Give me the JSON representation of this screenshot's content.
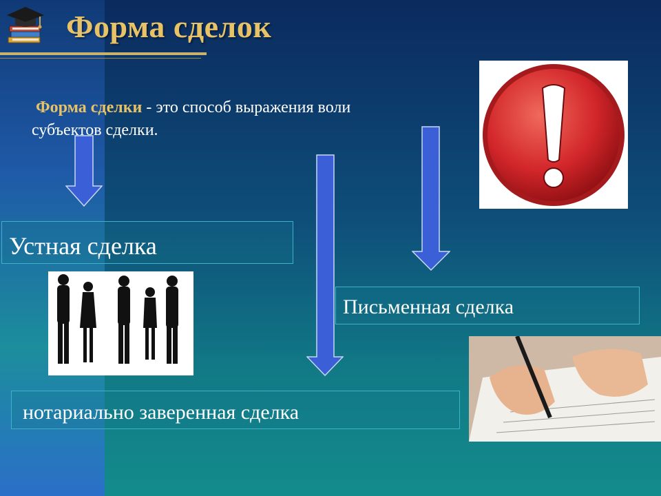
{
  "slide": {
    "title": "Форма сделок",
    "definition": {
      "term": "Форма сделки",
      "rest": " - это способ выражения воли субъектов сделки."
    },
    "boxes": {
      "oral": "Устная сделка",
      "written": "Письменная сделка",
      "notary": "нотариально заверенная сделка"
    },
    "icons": [
      "graduation-cap-books-icon",
      "down-arrow-icon",
      "exclamation-warning-icon"
    ],
    "colors": {
      "title": "#e8c266",
      "arrow": "#3b5fd6",
      "warning_red": "#d2262a"
    }
  }
}
